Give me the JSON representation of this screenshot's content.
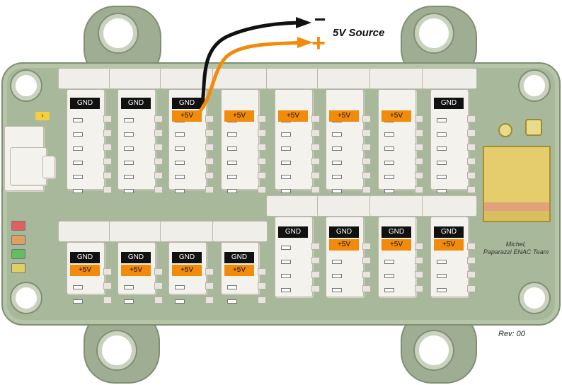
{
  "title": "5V Source",
  "wires": {
    "minus": "−",
    "plus": "+"
  },
  "author_line1": "Michel,",
  "author_line2": "Paparazzi ENAC Team",
  "revision": "Rev: 00",
  "labels": {
    "gnd": "GND",
    "vcc": "+5V"
  },
  "colors": {
    "board": "#a8b89a",
    "gnd_label": "#111111",
    "vcc_label": "#f28a0a",
    "wire_black": "#111111",
    "wire_orange": "#f28a0a"
  },
  "leds": [
    "red",
    "orange",
    "green",
    "yellow"
  ]
}
